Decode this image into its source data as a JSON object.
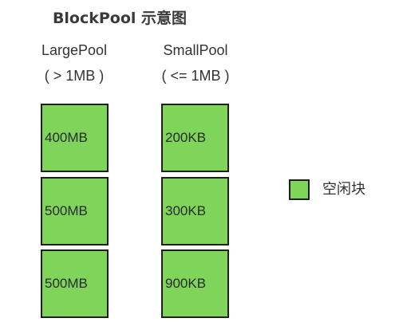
{
  "title": "BlockPool 示意图",
  "pools": [
    {
      "name": "LargePool",
      "range": "( > 1MB )",
      "blocks": [
        "400MB",
        "500MB",
        "500MB"
      ]
    },
    {
      "name": "SmallPool",
      "range": "( <= 1MB )",
      "blocks": [
        "200KB",
        "300KB",
        "900KB"
      ]
    }
  ],
  "legend": {
    "label": "空闲块"
  },
  "colors": {
    "block_fill": "#7ed55a",
    "block_border": "#1e1e1e"
  }
}
